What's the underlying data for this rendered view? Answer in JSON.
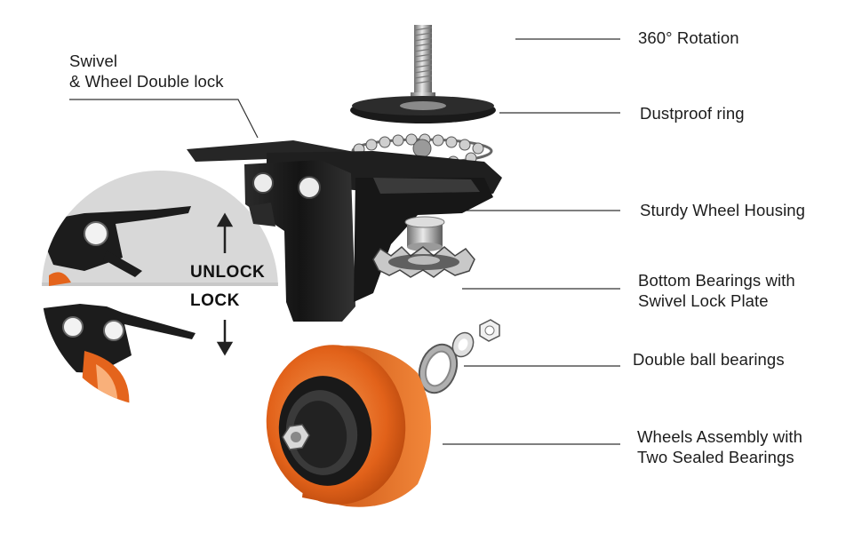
{
  "labels": {
    "rotation": "360° Rotation",
    "dustproof": "Dustproof ring",
    "housing": "Sturdy Wheel Housing",
    "bottom_line1": "Bottom Bearings with",
    "bottom_line2": "Swivel Lock Plate",
    "double_ball": "Double ball bearings",
    "wheels_line1": "Wheels Assembly with",
    "wheels_line2": "Two Sealed Bearings",
    "swivel_line1": "Swivel",
    "swivel_line2": "& Wheel Double lock"
  },
  "inset": {
    "unlock": "UNLOCK",
    "lock": "LOCK"
  },
  "colors": {
    "wheel_orange": "#e8661c",
    "housing_black": "#1b1b1b",
    "metal": "#b8b8b8",
    "leader_line": "#333333",
    "inset_bg": "#dcdcdc"
  }
}
